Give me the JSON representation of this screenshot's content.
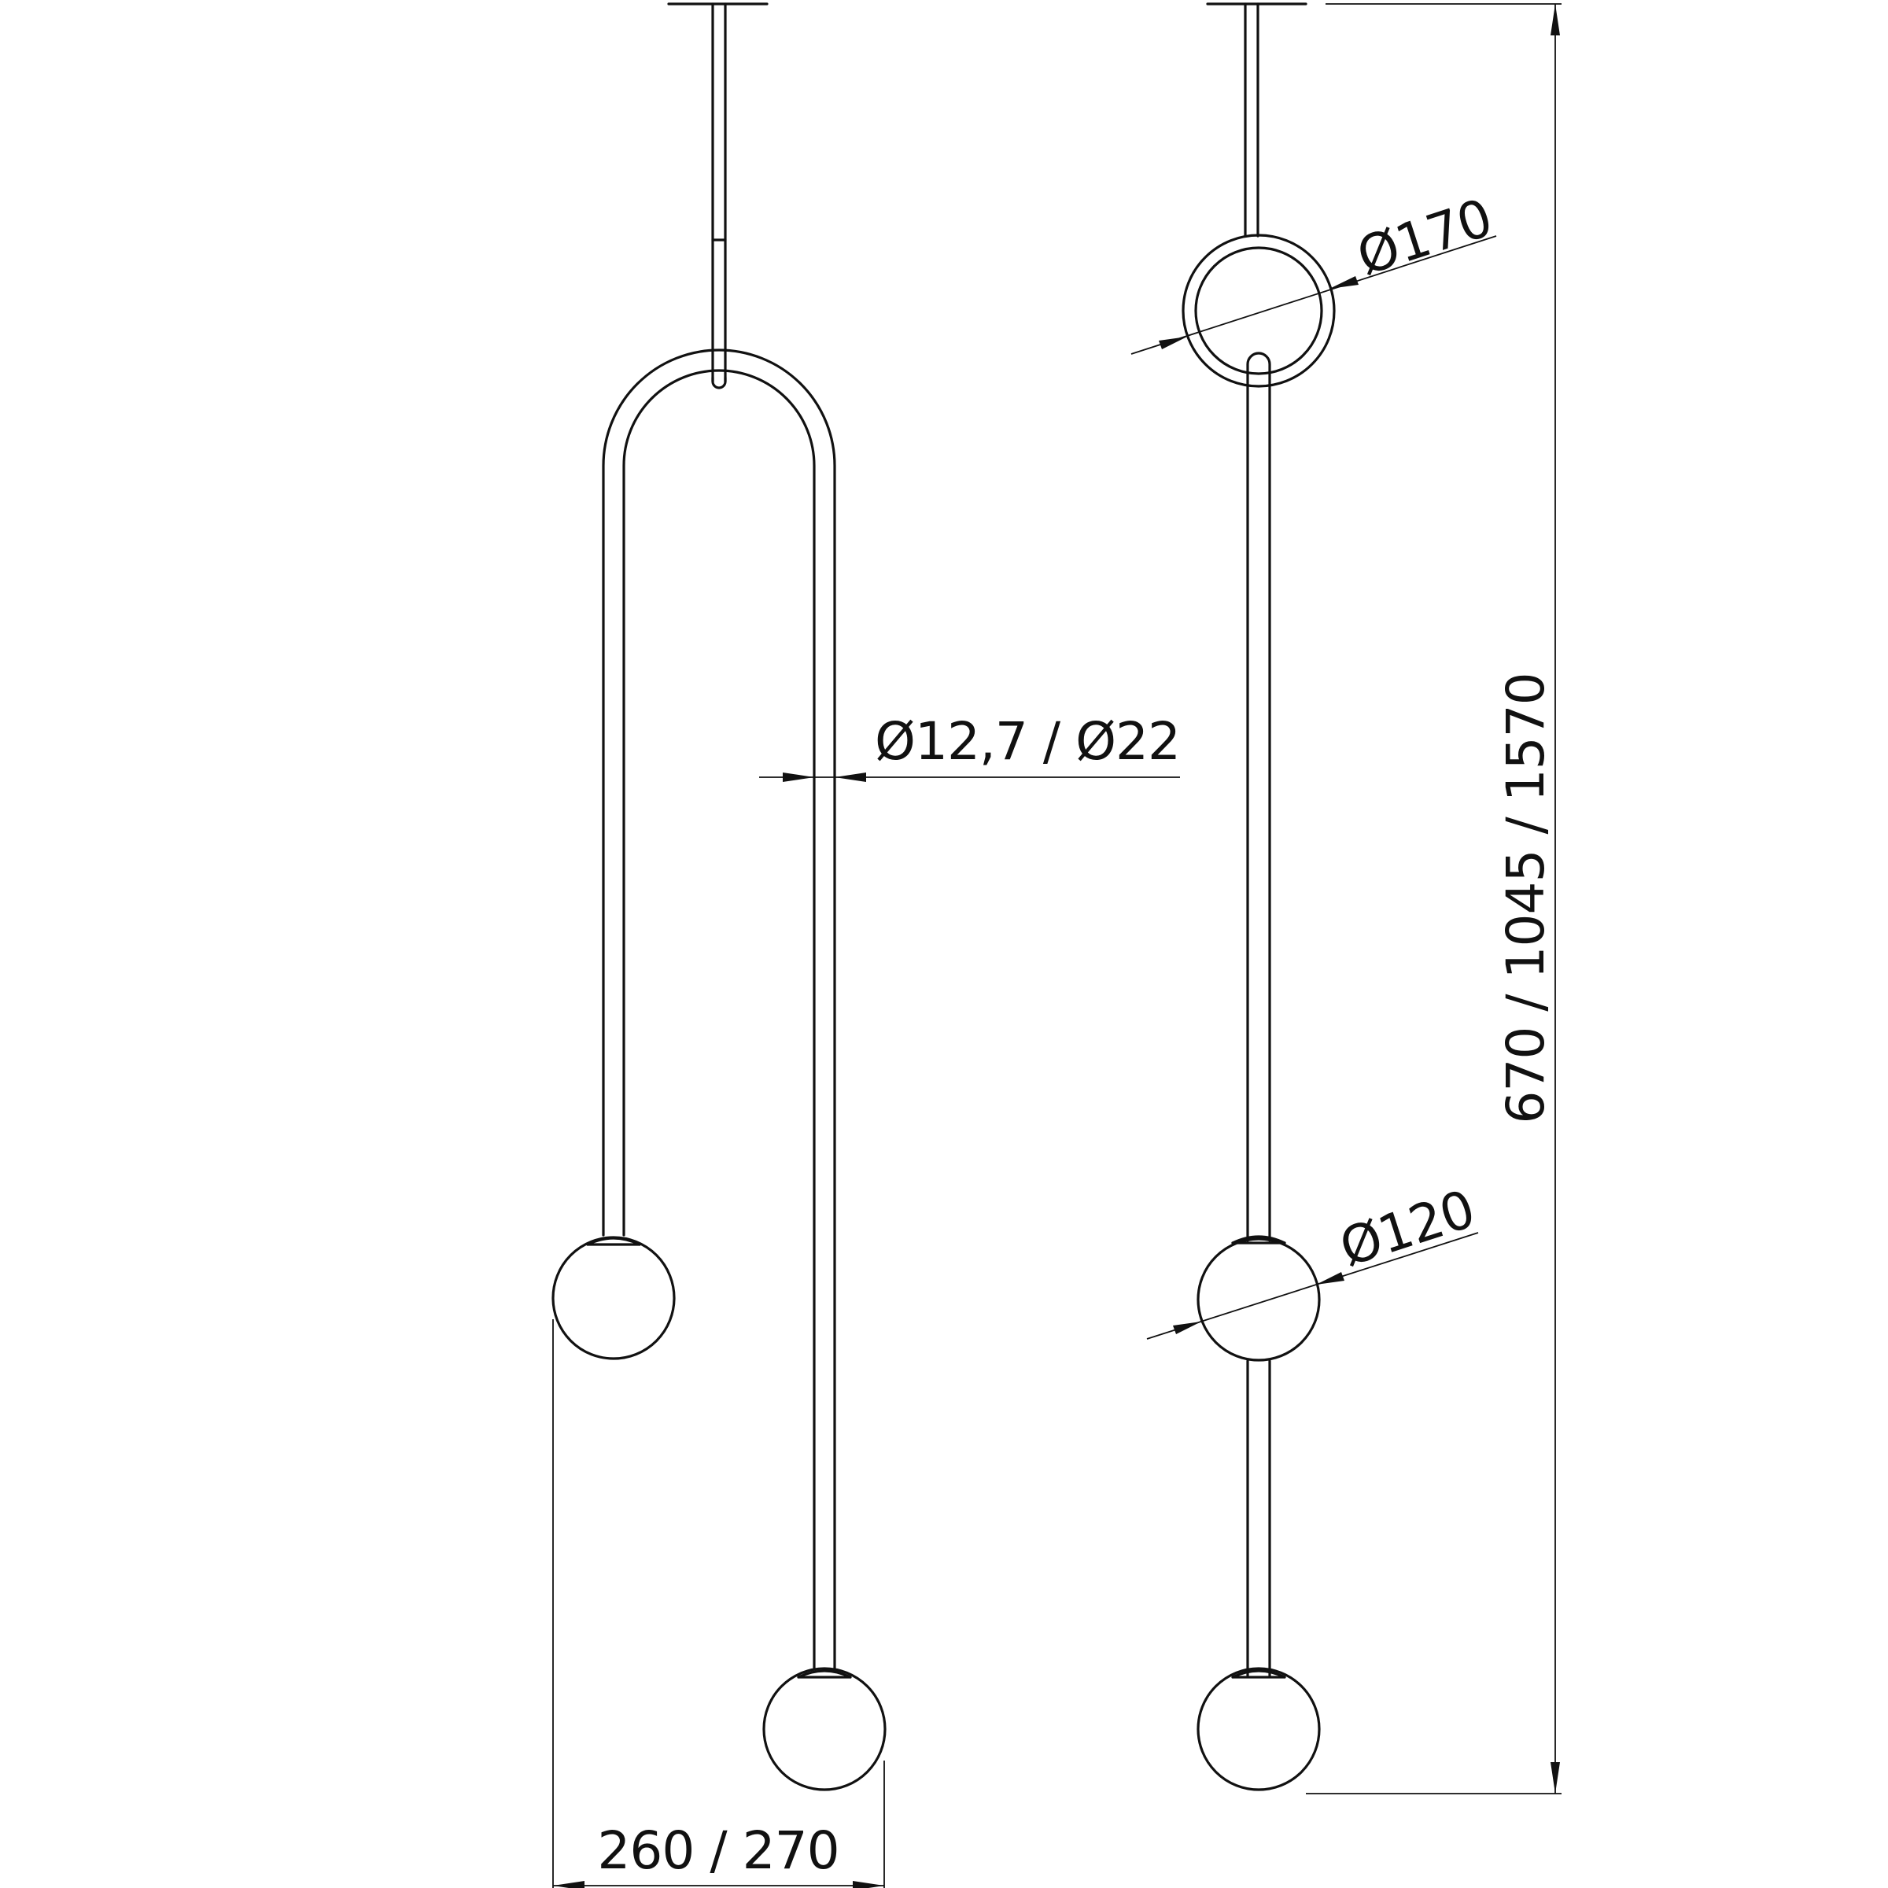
{
  "drawing": {
    "labels": {
      "tube_diameter": "Ø12,7 / Ø22",
      "ring_diameter": "Ø170",
      "globe_diameter": "Ø120",
      "height": "670 / 1045 / 1570",
      "width": "260 / 270"
    }
  }
}
